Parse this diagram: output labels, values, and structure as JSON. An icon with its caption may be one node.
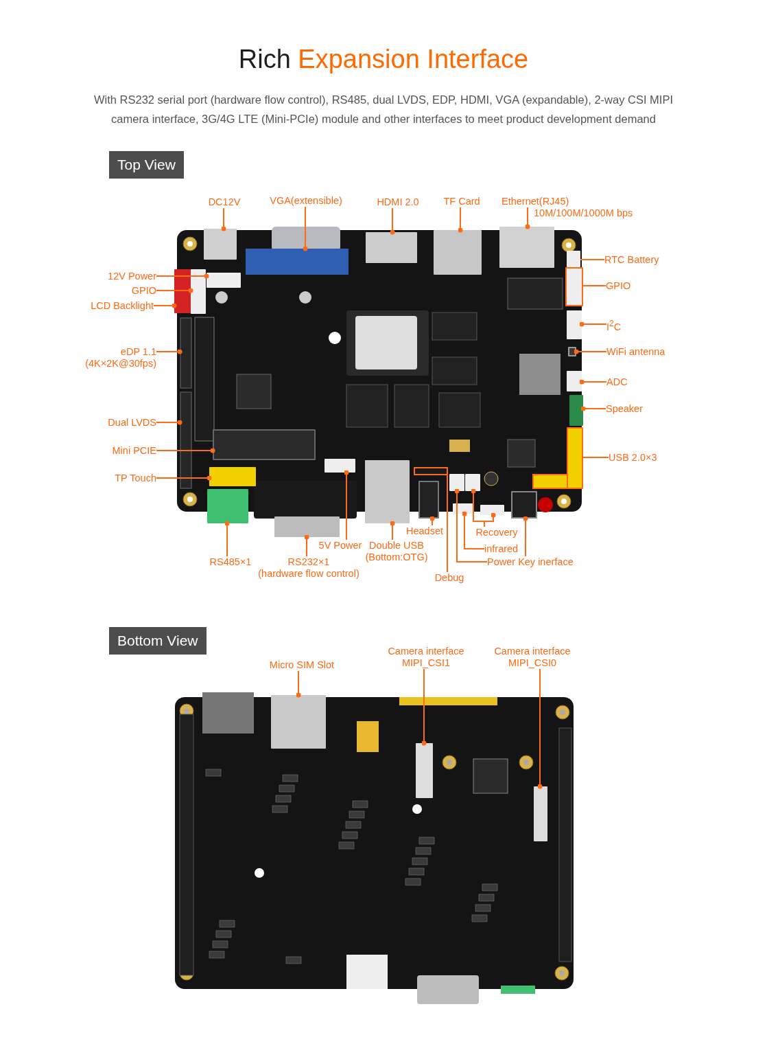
{
  "diagram": {
    "title": "Rich Expansion Interface",
    "nodes": [
      {
        "text": [
          "DC12V"
        ]
      },
      {
        "text": [
          "VGA(extensible)"
        ]
      },
      {
        "text": [
          "HDMI 2.0"
        ]
      },
      {
        "text": [
          "TF Card"
        ]
      },
      {
        "text": [
          "Ethernet(RJ45)",
          "10M/100M/1000M bps"
        ]
      },
      {
        "text": [
          "12V Power"
        ]
      },
      {
        "text": [
          "GPIO"
        ]
      },
      {
        "text": [
          "LCD Backlight"
        ]
      },
      {
        "text": [
          "eDP 1.1",
          "(4K×2K@30fps)"
        ]
      },
      {
        "text": [
          "Dual LVDS"
        ]
      },
      {
        "text": [
          "Mini PCIE"
        ]
      },
      {
        "text": [
          "TP Touch"
        ]
      },
      {
        "text": [
          "RTC Battery"
        ]
      },
      {
        "text": [
          "GPIO"
        ]
      },
      {
        "text": [
          "I$^{2}$C"
        ]
      },
      {
        "text": [
          "WiFi  antenna"
        ]
      },
      {
        "text": [
          "ADC"
        ]
      },
      {
        "text": [
          "Speaker"
        ]
      },
      {
        "text": [
          "USB 2.0×3"
        ]
      },
      {
        "text": [
          "RS485×1"
        ]
      },
      {
        "text": [
          "RS232×1",
          "(hardware flow control)"
        ]
      },
      {
        "text": [
          "5V Power"
        ]
      },
      {
        "text": [
          "Double USB",
          "(Bottom:OTG)"
        ]
      },
      {
        "text": [
          "Headset"
        ]
      },
      {
        "text": [
          "Recovery"
        ]
      },
      {
        "text": [
          "infrared"
        ]
      },
      {
        "text": [
          "Power Key inerface"
        ]
      },
      {
        "text": [
          "Debug"
        ]
      },
      {
        "text": [
          "Micro SIM Slot"
        ]
      },
      {
        "text": [
          "Camera interface",
          "MIPI_CSI1"
        ]
      },
      {
        "text": [
          "Camera interface",
          "MIPI_CSI0"
        ]
      },
      {
        "text": [],
        "shape": "box"
      },
      {
        "text": [],
        "shape": "box"
      },
      {
        "text": [],
        "shape": "box"
      },
      {
        "text": [],
        "shape": "box"
      },
      {
        "text": [],
        "shape": "box"
      },
      {
        "text": [],
        "shape": "box"
      },
      {
        "text": [],
        "shape": "box"
      },
      {
        "text": [],
        "shape": "box"
      },
      {
        "text": [],
        "shape": "box"
      },
      {
        "text": [],
        "shape": "box"
      },
      {
        "text": [],
        "shape": "box"
      },
      {
        "text": [],
        "shape": "box"
      },
      {
        "text": [],
        "shape": "box"
      },
      {
        "text": [],
        "shape": "box"
      },
      {
        "text": [],
        "shape": "box"
      },
      {
        "text": [],
        "shape": "box"
      },
      {
        "text": [],
        "shape": "box"
      },
      {
        "text": [],
        "shape": "box"
      },
      {
        "text": [],
        "shape": "box"
      },
      {
        "text": [],
        "shape": "box"
      },
      {
        "text": [],
        "shape": "box"
      },
      {
        "text": [],
        "shape": "box"
      },
      {
        "text": [],
        "shape": "box"
      },
      {
        "text": [],
        "shape": "box"
      },
      {
        "text": [],
        "shape": "box"
      },
      {
        "text": [],
        "shape": "box"
      },
      {
        "text": [],
        "shape": "box"
      },
      {
        "text": [],
        "shape": "box"
      },
      {
        "text": [],
        "shape": "box"
      },
      {
        "text": [],
        "shape": "box"
      },
      {
        "text": [],
        "shape": "box"
      },
      {
        "text": [],
        "shape": "box"
      },
      {
        "text": [],
        "shape": "box"
      }
    ],
    "edges": [
      {
        "from": 0,
        "to": 31,
        "arrow": "other"
      },
      {
        "from": 1,
        "to": 32,
        "arrow": "other"
      },
      {
        "from": 2,
        "to": 33,
        "arrow": "other"
      },
      {
        "from": 3,
        "to": 34,
        "arrow": "other"
      },
      {
        "from": 4,
        "to": 35,
        "arrow": "other"
      },
      {
        "from": 5,
        "to": 36,
        "arrow": "other"
      },
      {
        "from": 6,
        "to": 37,
        "arrow": "other"
      },
      {
        "from": 7,
        "to": 38,
        "arrow": "other"
      },
      {
        "from": 8,
        "to": 39,
        "arrow": "other"
      },
      {
        "from": 9,
        "to": 40,
        "arrow": "other"
      },
      {
        "from": 10,
        "to": 41,
        "arrow": "other"
      },
      {
        "from": 11,
        "to": 42,
        "arrow": "other"
      },
      {
        "from": 12,
        "to": 43,
        "arrow": "none"
      },
      {
        "from": 13,
        "to": 44,
        "arrow": "none"
      },
      {
        "from": 14,
        "to": 45,
        "arrow": "other"
      },
      {
        "from": 15,
        "to": 46,
        "arrow": "other"
      },
      {
        "from": 16,
        "to": 47,
        "arrow": "other"
      },
      {
        "from": 17,
        "to": 48,
        "arrow": "other"
      },
      {
        "from": 18,
        "to": 49,
        "arrow": "none"
      },
      {
        "from": 19,
        "to": 50,
        "arrow": "other"
      },
      {
        "from": 20,
        "to": 51,
        "arrow": "other"
      },
      {
        "from": 21,
        "to": 52,
        "arrow": "other"
      },
      {
        "from": 22,
        "to": 53,
        "arrow": "other"
      },
      {
        "from": 23,
        "to": 54,
        "arrow": "other"
      },
      {
        "from": 24,
        "to": 55,
        "arrow": "other"
      },
      {
        "from": 24,
        "to": 56,
        "arrow": "other"
      },
      {
        "from": 25,
        "to": 57,
        "arrow": "other"
      },
      {
        "from": 26,
        "to": 58,
        "arrow": "other"
      },
      {
        "from": 26,
        "to": 59,
        "arrow": "other"
      },
      {
        "from": 27,
        "to": 60,
        "arrow": "none"
      },
      {
        "from": 28,
        "to": 61,
        "arrow": "other"
      },
      {
        "from": 29,
        "to": 62,
        "arrow": "other"
      },
      {
        "from": 30,
        "to": 63,
        "arrow": "other"
      }
    ],
    "labels": [
      "With RS232 serial port (hardware flow control), RS485, dual LVDS, EDP, HDMI, VGA (expandable), 2-way CSI MIPI camera interface, 3G/4G LTE (Mini-PCIe) module and other interfaces to meet product development demand",
      "Top View",
      "Bottom View"
    ]
  }
}
